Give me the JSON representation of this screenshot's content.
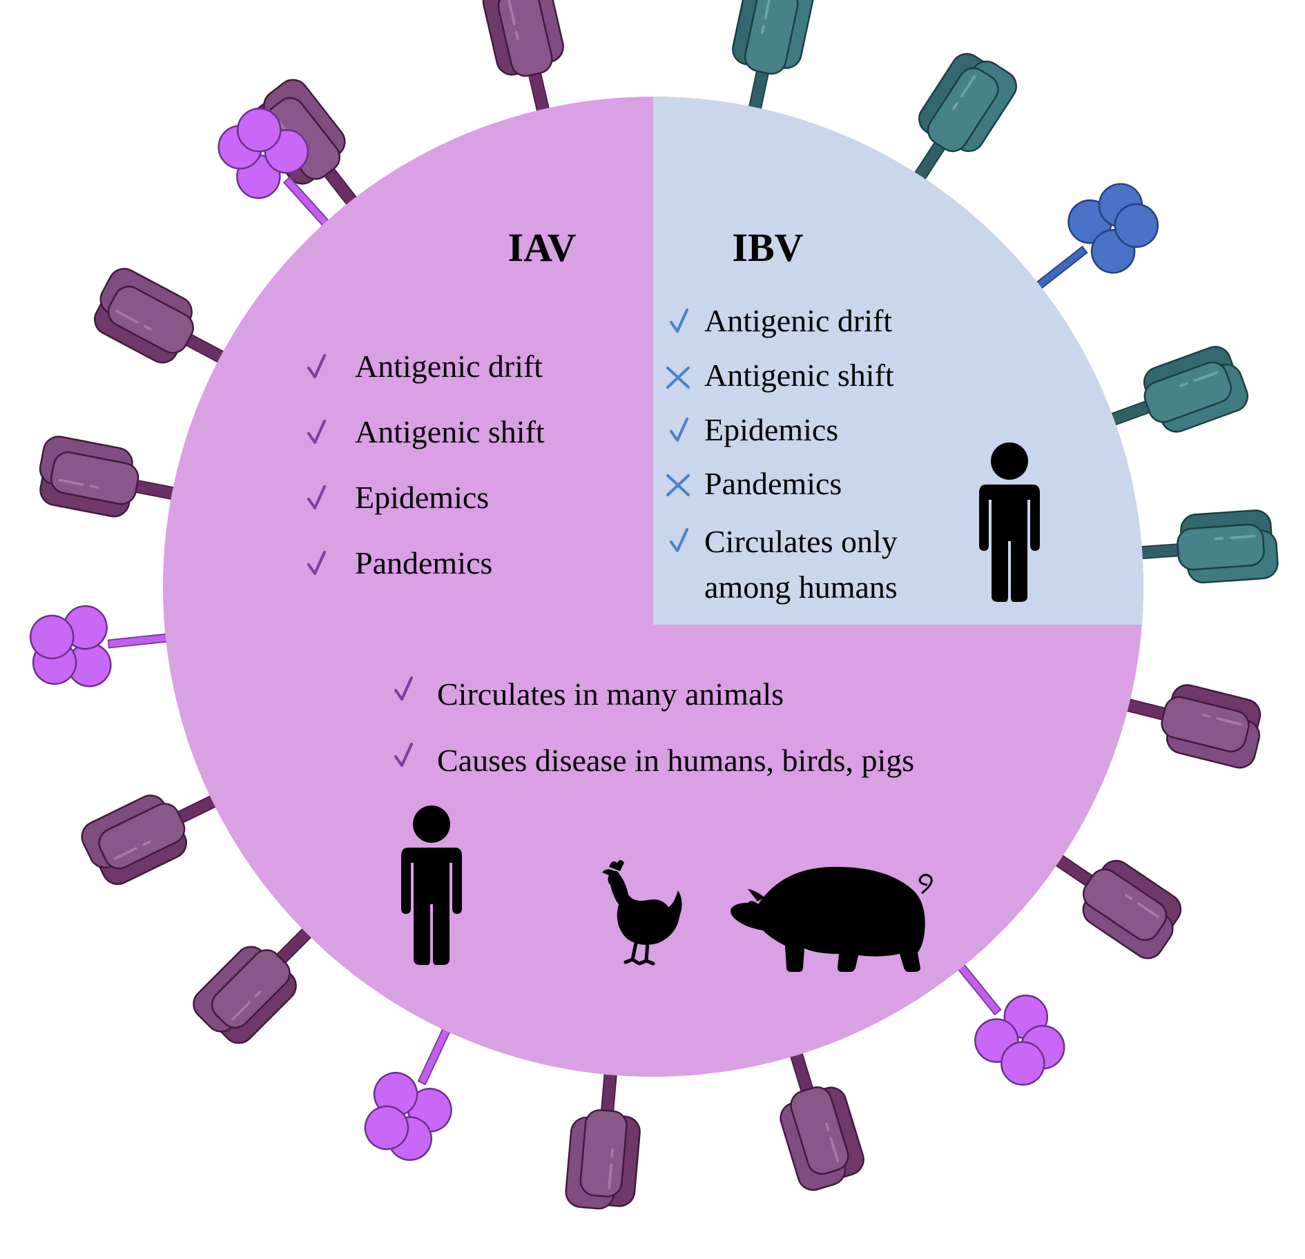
{
  "diagram": {
    "iav": {
      "title": "IAV",
      "items": [
        {
          "label": "Antigenic drift",
          "mark": "check"
        },
        {
          "label": "Antigenic shift",
          "mark": "check"
        },
        {
          "label": "Epidemics",
          "mark": "check"
        },
        {
          "label": "Pandemics",
          "mark": "check"
        }
      ]
    },
    "ibv": {
      "title": "IBV",
      "items": [
        {
          "label": "Antigenic drift",
          "mark": "check"
        },
        {
          "label": "Antigenic shift",
          "mark": "cross"
        },
        {
          "label": "Epidemics",
          "mark": "check"
        },
        {
          "label": "Pandemics",
          "mark": "cross"
        },
        {
          "label_line1": "Circulates only",
          "label_line2": "among humans",
          "mark": "check"
        }
      ]
    },
    "shared": {
      "items": [
        {
          "label": "Circulates in many animals",
          "mark": "check"
        },
        {
          "label": "Causes disease in humans, birds, pigs",
          "mark": "check"
        }
      ]
    },
    "icons": {
      "ibv_host": "human-icon",
      "iav_hosts": [
        "human-icon",
        "chicken-icon",
        "pig-icon"
      ]
    },
    "colors": {
      "circle_iav": "#d9a0e3",
      "quadrant_ibv": "#c9d6ec",
      "spike_ha_purple": "#7e4a7e",
      "spike_ha_teal": "#3d7278",
      "spike_na_violet": "#c968f7",
      "spike_na_blue": "#4a72c6",
      "check_iav": "#7b3f9e",
      "check_ibv": "#4a82c4"
    }
  }
}
